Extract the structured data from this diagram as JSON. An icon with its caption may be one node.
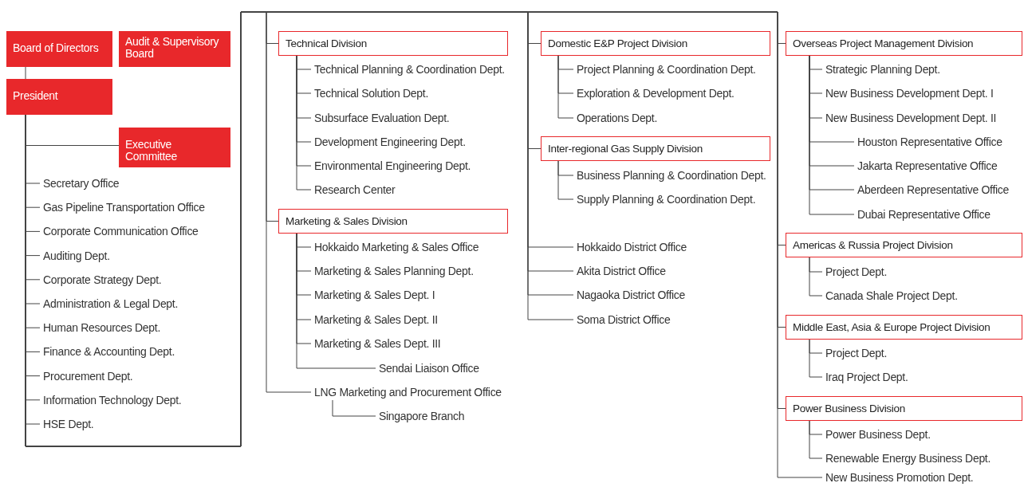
{
  "diagram": {
    "nodes": [
      {
        "text": [
          "Board of Directors"
        ]
      },
      {
        "text": [
          "Audit & Supervisory Board"
        ]
      },
      {
        "text": [
          "President"
        ]
      },
      {
        "text": [
          "Executive Committee"
        ]
      },
      {
        "text": [
          "Secretary Office"
        ]
      },
      {
        "text": [
          "Gas Pipeline Transportation Office"
        ]
      },
      {
        "text": [
          "Corporate Communication Office"
        ]
      },
      {
        "text": [
          "Auditing Dept."
        ]
      },
      {
        "text": [
          "Corporate Strategy Dept."
        ]
      },
      {
        "text": [
          "Administration & Legal Dept."
        ]
      },
      {
        "text": [
          "Human Resources Dept."
        ]
      },
      {
        "text": [
          "Finance & Accounting Dept."
        ]
      },
      {
        "text": [
          "Procurement Dept."
        ]
      },
      {
        "text": [
          "Information Technology Dept."
        ]
      },
      {
        "text": [
          "HSE Dept."
        ]
      },
      {
        "text": [
          "Technical Division"
        ]
      },
      {
        "text": [
          "Technical Planning & Coordination Dept."
        ]
      },
      {
        "text": [
          "Technical Solution Dept."
        ]
      },
      {
        "text": [
          "Subsurface Evaluation Dept."
        ]
      },
      {
        "text": [
          "Development Engineering Dept."
        ]
      },
      {
        "text": [
          "Environmental Engineering Dept."
        ]
      },
      {
        "text": [
          "Research Center"
        ]
      },
      {
        "text": [
          "Marketing & Sales Division"
        ]
      },
      {
        "text": [
          "Hokkaido Marketing & Sales Office"
        ]
      },
      {
        "text": [
          "Marketing & Sales Planning Dept."
        ]
      },
      {
        "text": [
          "Marketing & Sales Dept. I"
        ]
      },
      {
        "text": [
          "Marketing & Sales Dept. II"
        ]
      },
      {
        "text": [
          "Marketing & Sales Dept. III"
        ]
      },
      {
        "text": [
          "Sendai Liaison Office"
        ]
      },
      {
        "text": [
          "LNG Marketing and Procurement Office"
        ]
      },
      {
        "text": [
          "Singapore Branch"
        ]
      },
      {
        "text": [
          "Domestic E&P Project Division"
        ]
      },
      {
        "text": [
          "Project Planning & Coordination Dept."
        ]
      },
      {
        "text": [
          "Exploration & Development Dept."
        ]
      },
      {
        "text": [
          "Operations Dept."
        ]
      },
      {
        "text": [
          "Inter-regional Gas Supply Division"
        ]
      },
      {
        "text": [
          "Business Planning & Coordination Dept."
        ]
      },
      {
        "text": [
          "Supply Planning & Coordination Dept."
        ]
      },
      {
        "text": [
          "Hokkaido District Office"
        ]
      },
      {
        "text": [
          "Akita District Office"
        ]
      },
      {
        "text": [
          "Nagaoka District Office"
        ]
      },
      {
        "text": [
          "Soma District Office"
        ]
      },
      {
        "text": [
          "Overseas Project Management Division"
        ]
      },
      {
        "text": [
          "Strategic Planning Dept."
        ]
      },
      {
        "text": [
          "New Business Development Dept. I"
        ]
      },
      {
        "text": [
          "New Business Development Dept. II"
        ]
      },
      {
        "text": [
          "Houston Representative Office"
        ]
      },
      {
        "text": [
          "Jakarta Representative Office"
        ]
      },
      {
        "text": [
          "Aberdeen Representative Office"
        ]
      },
      {
        "text": [
          "Dubai Representative Office"
        ]
      },
      {
        "text": [
          "Americas & Russia Project Division"
        ]
      },
      {
        "text": [
          "Project Dept."
        ]
      },
      {
        "text": [
          "Canada Shale Project Dept."
        ]
      },
      {
        "text": [
          "Middle East, Asia & Europe Project Division"
        ]
      },
      {
        "text": [
          "Project Dept."
        ]
      },
      {
        "text": [
          "Iraq Project Dept."
        ]
      },
      {
        "text": [
          "Power Business Division"
        ]
      },
      {
        "text": [
          "Power Business Dept."
        ]
      },
      {
        "text": [
          "Renewable Energy Business Dept."
        ]
      },
      {
        "text": [
          "New Business Promotion Dept."
        ]
      }
    ],
    "edges": [
      {
        "from": 0,
        "to": 2,
        "arrow": "none"
      },
      {
        "from": 2,
        "to": 3,
        "arrow": "none"
      },
      {
        "from": 2,
        "to": 4,
        "arrow": "none"
      },
      {
        "from": 2,
        "to": 5,
        "arrow": "none"
      },
      {
        "from": 2,
        "to": 6,
        "arrow": "none"
      },
      {
        "from": 2,
        "to": 7,
        "arrow": "none"
      },
      {
        "from": 2,
        "to": 8,
        "arrow": "none"
      },
      {
        "from": 2,
        "to": 9,
        "arrow": "none"
      },
      {
        "from": 2,
        "to": 10,
        "arrow": "none"
      },
      {
        "from": 2,
        "to": 11,
        "arrow": "none"
      },
      {
        "from": 2,
        "to": 12,
        "arrow": "none"
      },
      {
        "from": 2,
        "to": 13,
        "arrow": "none"
      },
      {
        "from": 2,
        "to": 14,
        "arrow": "none"
      },
      {
        "from": 2,
        "to": 15,
        "arrow": "none"
      },
      {
        "from": 15,
        "to": 16,
        "arrow": "none"
      },
      {
        "from": 15,
        "to": 17,
        "arrow": "none"
      },
      {
        "from": 15,
        "to": 18,
        "arrow": "none"
      },
      {
        "from": 15,
        "to": 19,
        "arrow": "none"
      },
      {
        "from": 15,
        "to": 20,
        "arrow": "none"
      },
      {
        "from": 15,
        "to": 21,
        "arrow": "none"
      },
      {
        "from": 2,
        "to": 22,
        "arrow": "none"
      },
      {
        "from": 22,
        "to": 23,
        "arrow": "none"
      },
      {
        "from": 22,
        "to": 24,
        "arrow": "none"
      },
      {
        "from": 22,
        "to": 25,
        "arrow": "none"
      },
      {
        "from": 22,
        "to": 26,
        "arrow": "none"
      },
      {
        "from": 22,
        "to": 27,
        "arrow": "none"
      },
      {
        "from": 22,
        "to": 28,
        "arrow": "none"
      },
      {
        "from": 2,
        "to": 29,
        "arrow": "none"
      },
      {
        "from": 29,
        "to": 30,
        "arrow": "none"
      },
      {
        "from": 2,
        "to": 31,
        "arrow": "none"
      },
      {
        "from": 31,
        "to": 32,
        "arrow": "none"
      },
      {
        "from": 31,
        "to": 33,
        "arrow": "none"
      },
      {
        "from": 31,
        "to": 34,
        "arrow": "none"
      },
      {
        "from": 2,
        "to": 35,
        "arrow": "none"
      },
      {
        "from": 35,
        "to": 36,
        "arrow": "none"
      },
      {
        "from": 35,
        "to": 37,
        "arrow": "none"
      },
      {
        "from": 2,
        "to": 38,
        "arrow": "none"
      },
      {
        "from": 2,
        "to": 39,
        "arrow": "none"
      },
      {
        "from": 2,
        "to": 40,
        "arrow": "none"
      },
      {
        "from": 2,
        "to": 41,
        "arrow": "none"
      },
      {
        "from": 2,
        "to": 42,
        "arrow": "none"
      },
      {
        "from": 42,
        "to": 43,
        "arrow": "none"
      },
      {
        "from": 42,
        "to": 44,
        "arrow": "none"
      },
      {
        "from": 42,
        "to": 45,
        "arrow": "none"
      },
      {
        "from": 42,
        "to": 46,
        "arrow": "none"
      },
      {
        "from": 42,
        "to": 47,
        "arrow": "none"
      },
      {
        "from": 42,
        "to": 48,
        "arrow": "none"
      },
      {
        "from": 42,
        "to": 49,
        "arrow": "none"
      },
      {
        "from": 2,
        "to": 50,
        "arrow": "none"
      },
      {
        "from": 50,
        "to": 51,
        "arrow": "none"
      },
      {
        "from": 50,
        "to": 52,
        "arrow": "none"
      },
      {
        "from": 2,
        "to": 53,
        "arrow": "none"
      },
      {
        "from": 53,
        "to": 54,
        "arrow": "none"
      },
      {
        "from": 53,
        "to": 55,
        "arrow": "none"
      },
      {
        "from": 2,
        "to": 56,
        "arrow": "none"
      },
      {
        "from": 56,
        "to": 57,
        "arrow": "none"
      },
      {
        "from": 56,
        "to": 58,
        "arrow": "none"
      },
      {
        "from": 2,
        "to": 59,
        "arrow": "none"
      }
    ]
  }
}
